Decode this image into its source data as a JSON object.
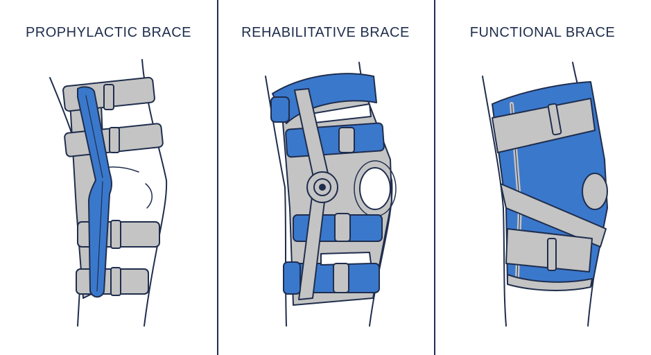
{
  "panels": [
    {
      "title": "PROPHYLACTIC BRACE"
    },
    {
      "title": "REHABILITATIVE BRACE"
    },
    {
      "title": "FUNCTIONAL BRACE"
    }
  ],
  "colors": {
    "outline": "#1f2d4d",
    "brace_blue": "#3a78cc",
    "strap_gray": "#c4c4c4",
    "leg_fill": "#ffffff"
  },
  "icons": [
    "prophylactic-brace-illustration",
    "rehabilitative-brace-illustration",
    "functional-brace-illustration"
  ]
}
